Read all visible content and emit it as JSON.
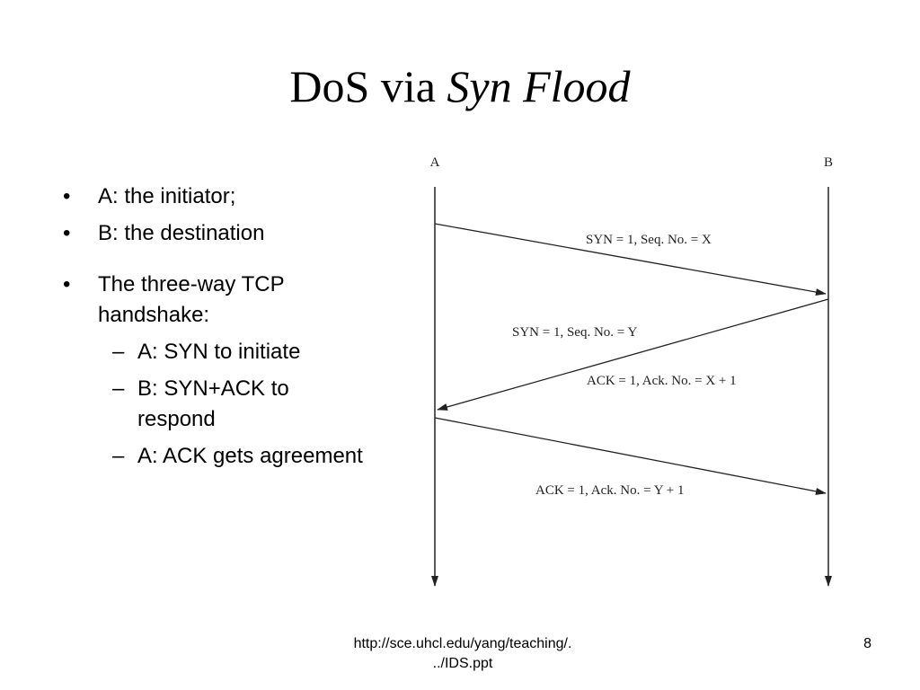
{
  "title": {
    "regular": "DoS via ",
    "italic": "Syn Flood"
  },
  "bullets": {
    "b1": "A: the initiator;",
    "b2": "B: the destination",
    "b3_line1": "The three-way TCP",
    "b3_line2": "handshake:",
    "sub1": "A: SYN to initiate",
    "sub2_line1": "B: SYN+ACK to",
    "sub2_line2": "respond",
    "sub3": "A: ACK gets agreement",
    "bullet_symbol": "•",
    "dash_symbol": "–"
  },
  "diagram": {
    "host_a": "A",
    "host_b": "B",
    "msg1": "SYN = 1,  Seq. No. = X",
    "msg2_line1": "SYN = 1,  Seq. No. = Y",
    "msg2_line2": "ACK = 1,  Ack. No. = X + 1",
    "msg3": "ACK = 1,  Ack. No. = Y + 1"
  },
  "footer": {
    "url_line1": "http://sce.uhcl.edu/yang/teaching/.",
    "url_line2": "../IDS.ppt",
    "page_number": "8"
  }
}
